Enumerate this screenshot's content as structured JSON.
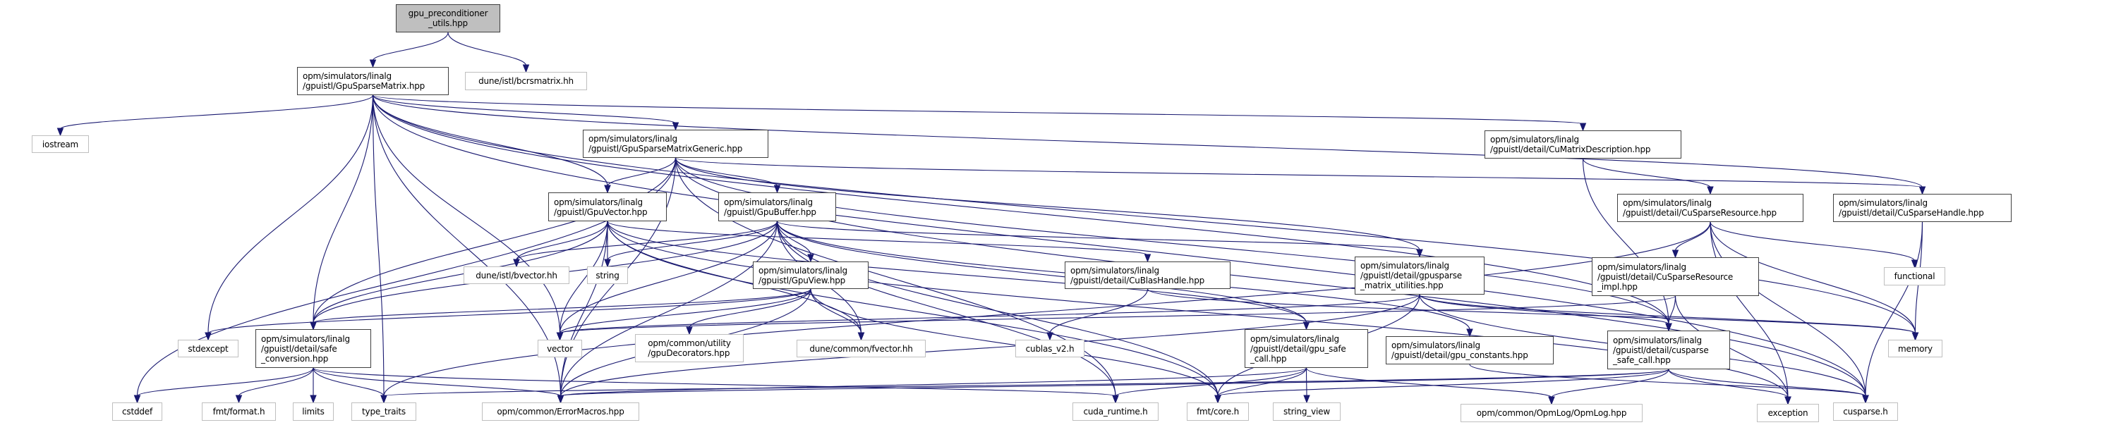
{
  "colors": {
    "edge": "#191970",
    "root_fill": "#bfbfbf",
    "main_border": "#404040",
    "external_border": "#bfbfbf"
  },
  "nodes": [
    {
      "id": "root",
      "kind": "root",
      "label": "gpu_preconditioner\n_utils.hpp"
    },
    {
      "id": "gsm",
      "kind": "main",
      "label": "opm/simulators/linalg\n/gpuistl/GpuSparseMatrix.hpp"
    },
    {
      "id": "bcrs",
      "kind": "ext",
      "label": "dune/istl/bcrsmatrix.hh"
    },
    {
      "id": "iostream",
      "kind": "ext",
      "label": "iostream"
    },
    {
      "id": "gsmg",
      "kind": "main",
      "label": "opm/simulators/linalg\n/gpuistl/GpuSparseMatrixGeneric.hpp"
    },
    {
      "id": "cumd",
      "kind": "main",
      "label": "opm/simulators/linalg\n/gpuistl/detail/CuMatrixDescription.hpp"
    },
    {
      "id": "gvec",
      "kind": "main",
      "label": "opm/simulators/linalg\n/gpuistl/GpuVector.hpp"
    },
    {
      "id": "gbuf",
      "kind": "main",
      "label": "opm/simulators/linalg\n/gpuistl/GpuBuffer.hpp"
    },
    {
      "id": "csr",
      "kind": "main",
      "label": "opm/simulators/linalg\n/gpuistl/detail/CuSparseResource.hpp"
    },
    {
      "id": "csh",
      "kind": "main",
      "label": "opm/simulators/linalg\n/gpuistl/detail/CuSparseHandle.hpp"
    },
    {
      "id": "bvector",
      "kind": "ext",
      "label": "dune/istl/bvector.hh"
    },
    {
      "id": "string",
      "kind": "ext",
      "label": "string"
    },
    {
      "id": "gview",
      "kind": "main",
      "label": "opm/simulators/linalg\n/gpuistl/GpuView.hpp"
    },
    {
      "id": "cublash",
      "kind": "main",
      "label": "opm/simulators/linalg\n/gpuistl/detail/CuBlasHandle.hpp"
    },
    {
      "id": "gsmu",
      "kind": "main",
      "label": "opm/simulators/linalg\n/gpuistl/detail/gpusparse\n_matrix_utilities.hpp"
    },
    {
      "id": "csri",
      "kind": "main",
      "label": "opm/simulators/linalg\n/gpuistl/detail/CuSparseResource\n_impl.hpp"
    },
    {
      "id": "functional",
      "kind": "ext",
      "label": "functional"
    },
    {
      "id": "stdexcept",
      "kind": "ext",
      "label": "stdexcept"
    },
    {
      "id": "safeconv",
      "kind": "main",
      "label": "opm/simulators/linalg\n/gpuistl/detail/safe\n_conversion.hpp"
    },
    {
      "id": "vector",
      "kind": "ext",
      "label": "vector"
    },
    {
      "id": "gpudec",
      "kind": "ext",
      "label": "opm/common/utility\n/gpuDecorators.hpp"
    },
    {
      "id": "fvector",
      "kind": "ext",
      "label": "dune/common/fvector.hh"
    },
    {
      "id": "cublas",
      "kind": "ext",
      "label": "cublas_v2.h"
    },
    {
      "id": "gsafe",
      "kind": "main",
      "label": "opm/simulators/linalg\n/gpuistl/detail/gpu_safe\n_call.hpp"
    },
    {
      "id": "gconst",
      "kind": "main",
      "label": "opm/simulators/linalg\n/gpuistl/detail/gpu_constants.hpp"
    },
    {
      "id": "cssafe",
      "kind": "main",
      "label": "opm/simulators/linalg\n/gpuistl/detail/cusparse\n_safe_call.hpp"
    },
    {
      "id": "memory",
      "kind": "ext",
      "label": "memory"
    },
    {
      "id": "cstddef",
      "kind": "ext",
      "label": "cstddef"
    },
    {
      "id": "fmtformat",
      "kind": "ext",
      "label": "fmt/format.h"
    },
    {
      "id": "limits",
      "kind": "ext",
      "label": "limits"
    },
    {
      "id": "typetraits",
      "kind": "ext",
      "label": "type_traits"
    },
    {
      "id": "errmacros",
      "kind": "ext",
      "label": "opm/common/ErrorMacros.hpp"
    },
    {
      "id": "cudart",
      "kind": "ext",
      "label": "cuda_runtime.h"
    },
    {
      "id": "fmtcore",
      "kind": "ext",
      "label": "fmt/core.h"
    },
    {
      "id": "stringview",
      "kind": "ext",
      "label": "string_view"
    },
    {
      "id": "opmlog",
      "kind": "ext",
      "label": "opm/common/OpmLog/OpmLog.hpp"
    },
    {
      "id": "exception",
      "kind": "ext",
      "label": "exception"
    },
    {
      "id": "cusparse",
      "kind": "ext",
      "label": "cusparse.h"
    }
  ],
  "edges": [
    [
      "root",
      "gsm"
    ],
    [
      "root",
      "bcrs"
    ],
    [
      "gsm",
      "iostream"
    ],
    [
      "gsm",
      "gsmg"
    ],
    [
      "gsm",
      "gvec"
    ],
    [
      "gsm",
      "stdexcept"
    ],
    [
      "gsm",
      "safeconv"
    ],
    [
      "gsm",
      "vector"
    ],
    [
      "gsm",
      "errmacros"
    ],
    [
      "gsm",
      "typetraits"
    ],
    [
      "gsm",
      "cumd"
    ],
    [
      "gsm",
      "csh"
    ],
    [
      "gsm",
      "memory"
    ],
    [
      "gsm",
      "cusparse"
    ],
    [
      "gsm",
      "cssafe"
    ],
    [
      "gsmg",
      "gvec"
    ],
    [
      "gsmg",
      "gbuf"
    ],
    [
      "gsmg",
      "safeconv"
    ],
    [
      "gsmg",
      "cstddef"
    ],
    [
      "gsmg",
      "errmacros"
    ],
    [
      "gsmg",
      "csh"
    ],
    [
      "gsmg",
      "gsmu"
    ],
    [
      "gsmg",
      "cssafe"
    ],
    [
      "gsmg",
      "cusparse"
    ],
    [
      "gsmg",
      "cudart"
    ],
    [
      "gvec",
      "bvector"
    ],
    [
      "gvec",
      "string"
    ],
    [
      "gvec",
      "vector"
    ],
    [
      "gvec",
      "safeconv"
    ],
    [
      "gvec",
      "errmacros"
    ],
    [
      "gvec",
      "fvector"
    ],
    [
      "gvec",
      "cublash"
    ],
    [
      "gvec",
      "fmtcore"
    ],
    [
      "gvec",
      "exception"
    ],
    [
      "gvec",
      "gsafe"
    ],
    [
      "gbuf",
      "gview"
    ],
    [
      "gbuf",
      "bvector"
    ],
    [
      "gbuf",
      "string"
    ],
    [
      "gbuf",
      "vector"
    ],
    [
      "gbuf",
      "safeconv"
    ],
    [
      "gbuf",
      "fvector"
    ],
    [
      "gbuf",
      "errmacros"
    ],
    [
      "gbuf",
      "gsafe"
    ],
    [
      "gbuf",
      "gsmu"
    ],
    [
      "gbuf",
      "cudart"
    ],
    [
      "gbuf",
      "fmtcore"
    ],
    [
      "gbuf",
      "gconst"
    ],
    [
      "gview",
      "gpudec"
    ],
    [
      "gview",
      "fvector"
    ],
    [
      "gview",
      "vector"
    ],
    [
      "gview",
      "errmacros"
    ],
    [
      "gview",
      "safeconv"
    ],
    [
      "gview",
      "fmtcore"
    ],
    [
      "gview",
      "stdexcept"
    ],
    [
      "cublash",
      "cublas"
    ],
    [
      "cublash",
      "memory"
    ],
    [
      "gsmu",
      "vector"
    ],
    [
      "gsmu",
      "errmacros"
    ],
    [
      "gsmu",
      "cssafe"
    ],
    [
      "gsmu",
      "memory"
    ],
    [
      "gsmu",
      "cusparse"
    ],
    [
      "gsmu",
      "fmtcore"
    ],
    [
      "safeconv",
      "cstddef"
    ],
    [
      "safeconv",
      "fmtformat"
    ],
    [
      "safeconv",
      "limits"
    ],
    [
      "safeconv",
      "typetraits"
    ],
    [
      "safeconv",
      "errmacros"
    ],
    [
      "safeconv",
      "cudart"
    ],
    [
      "gsafe",
      "cudart"
    ],
    [
      "gsafe",
      "fmtcore"
    ],
    [
      "gsafe",
      "stringview"
    ],
    [
      "gsafe",
      "opmlog"
    ],
    [
      "gsafe",
      "errmacros"
    ],
    [
      "gconst",
      "cusparse"
    ],
    [
      "cumd",
      "csr"
    ],
    [
      "cumd",
      "cssafe"
    ],
    [
      "csr",
      "csri"
    ],
    [
      "csr",
      "functional"
    ],
    [
      "csr",
      "memory"
    ],
    [
      "csr",
      "exception"
    ],
    [
      "csr",
      "cusparse"
    ],
    [
      "csr",
      "typetraits"
    ],
    [
      "csh",
      "memory"
    ],
    [
      "csh",
      "cusparse"
    ],
    [
      "csri",
      "cssafe"
    ],
    [
      "csri",
      "exception"
    ],
    [
      "csri",
      "vector"
    ],
    [
      "cssafe",
      "opmlog"
    ],
    [
      "cssafe",
      "exception"
    ],
    [
      "cssafe",
      "cusparse"
    ],
    [
      "cssafe",
      "fmtcore"
    ],
    [
      "cssafe",
      "errmacros"
    ],
    [
      "cssafe",
      "typetraits"
    ]
  ]
}
